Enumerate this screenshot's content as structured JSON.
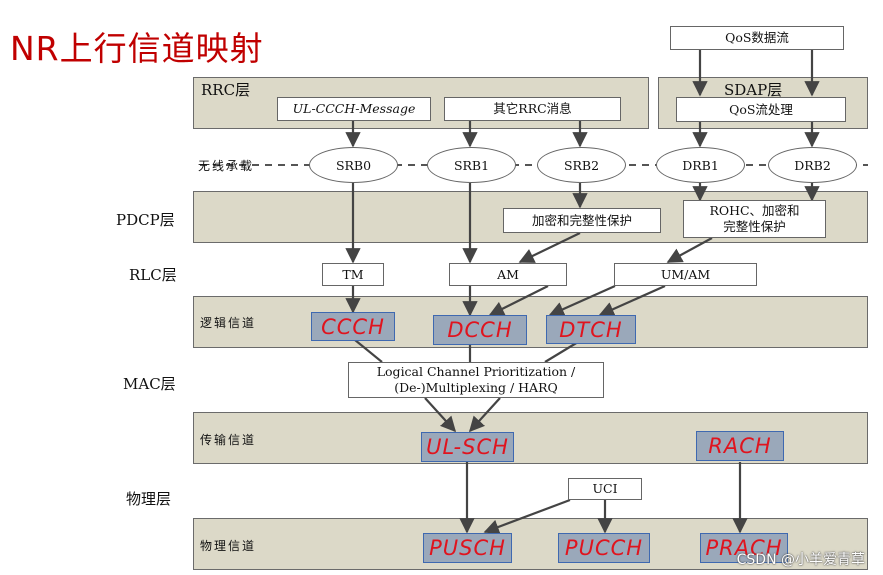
{
  "title": "NR上行信道映射",
  "layers": {
    "rrc": "RRC层",
    "sdap": "SDAP层",
    "radio_bearer": "无线承载",
    "pdcp": "PDCP层",
    "rlc": "RLC层",
    "logical_channel": "逻辑信道",
    "mac": "MAC层",
    "transport_channel": "传输信道",
    "physical_layer": "物理层",
    "physical_channel": "物理信道"
  },
  "boxes": {
    "qos_flow": "QoS数据流",
    "ul_ccch_message": "UL-CCCH-Message",
    "other_rrc_message": "其它RRC消息",
    "qos_flow_processing": "QoS流处理",
    "pdcp_srb": "加密和完整性保护",
    "pdcp_drb": "ROHC、加密和\n完整性保护",
    "rlc_tm": "TM",
    "rlc_am": "AM",
    "rlc_um_am": "UM/AM",
    "mac_functions": "Logical Channel Prioritization /\n(De-)Multiplexing / HARQ",
    "uci": "UCI"
  },
  "bearers": {
    "srb0": "SRB0",
    "srb1": "SRB1",
    "srb2": "SRB2",
    "drb1": "DRB1",
    "drb2": "DRB2"
  },
  "handwritten": {
    "ccch": "CCCH",
    "dcch": "DCCH",
    "dtch": "DTCH",
    "ul_sch": "UL-SCH",
    "rach": "RACH",
    "pusch": "PUSCH",
    "pucch": "PUCCH",
    "prach": "PRACH"
  },
  "watermark": "CSDN @小羊爱青草"
}
